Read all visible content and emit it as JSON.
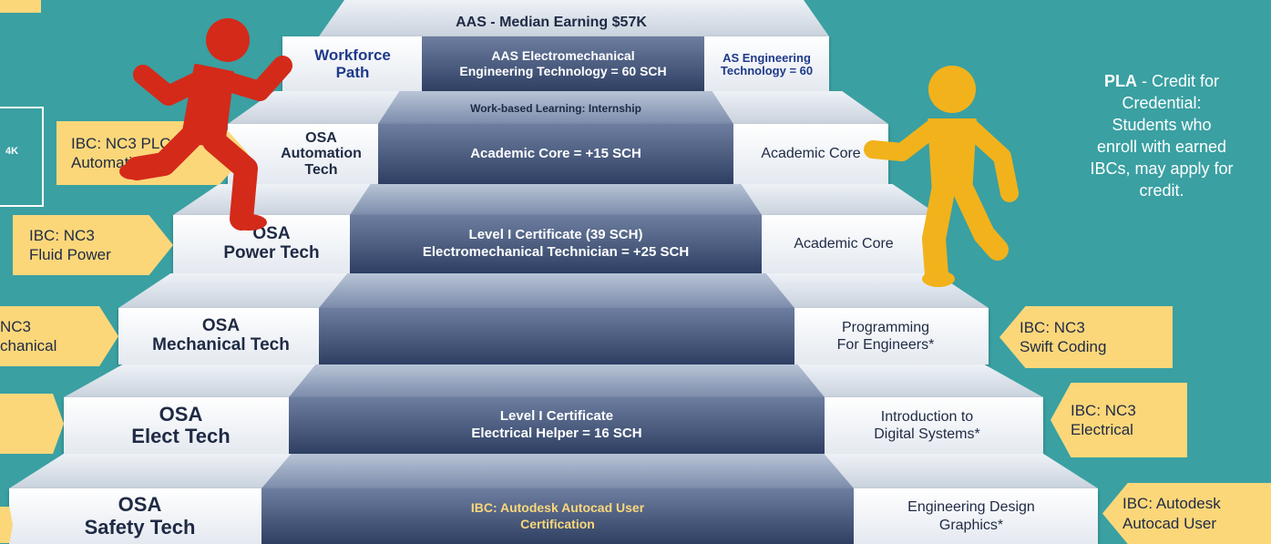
{
  "top": {
    "median": "AAS - Median Earning $57K",
    "workforce": [
      "Workforce",
      "Path"
    ],
    "aas_line1": "AAS Electromechanical",
    "aas_line2": "Engineering Technology = 60 SCH",
    "as_line1": "AS Engineering",
    "as_line2": "Technology = 60"
  },
  "internship": "Work-based Learning: Internship",
  "steps": [
    {
      "left": [
        "OSA",
        "Automation",
        "Tech"
      ],
      "center": [
        "Academic Core = +15 SCH"
      ],
      "right": [
        "Academic Core"
      ]
    },
    {
      "left": [
        "OSA",
        "Power Tech"
      ],
      "center": [
        "Level I Certificate (39 SCH)",
        "Electromechanical Technician = +25 SCH"
      ],
      "right": [
        "Academic Core"
      ]
    },
    {
      "left": [
        "OSA",
        "Mechanical Tech"
      ],
      "center": [],
      "right": [
        "Programming",
        "For Engineers*"
      ]
    },
    {
      "left": [
        "OSA",
        "Elect Tech"
      ],
      "center": [
        "Level I Certificate",
        "Electrical Helper = 16 SCH"
      ],
      "right": [
        "Introduction to",
        "Digital Systems*"
      ]
    },
    {
      "left": [
        "OSA",
        "Safety Tech"
      ],
      "center": [
        "IBC: Autodesk Autocad User",
        "Certification"
      ],
      "right": [
        "Engineering Design",
        "Graphics*"
      ]
    }
  ],
  "tags_left": [
    [
      "IBC: NC3 PLC/",
      "Automation"
    ],
    [
      "IBC: NC3",
      "Fluid Power"
    ],
    [
      "NC3",
      "chanical"
    ]
  ],
  "tags_right": [
    [
      "IBC: NC3",
      "Swift Coding"
    ],
    [
      "IBC: NC3",
      "Electrical"
    ],
    [
      "IBC: Autodesk",
      "Autocad User"
    ]
  ],
  "left_box_text": "4K",
  "pla": {
    "bold": "PLA",
    "rest": " - Credit for",
    "lines": [
      "Credential:",
      "Students who",
      "enroll with earned",
      "IBCs, may apply for",
      "credit."
    ]
  },
  "colors": {
    "background": "#3aa0a2",
    "runner_red": "#d42a1a",
    "runner_yellow": "#f2b21b",
    "tag": "#fbd77a",
    "center_dark": "#2e3f63"
  }
}
